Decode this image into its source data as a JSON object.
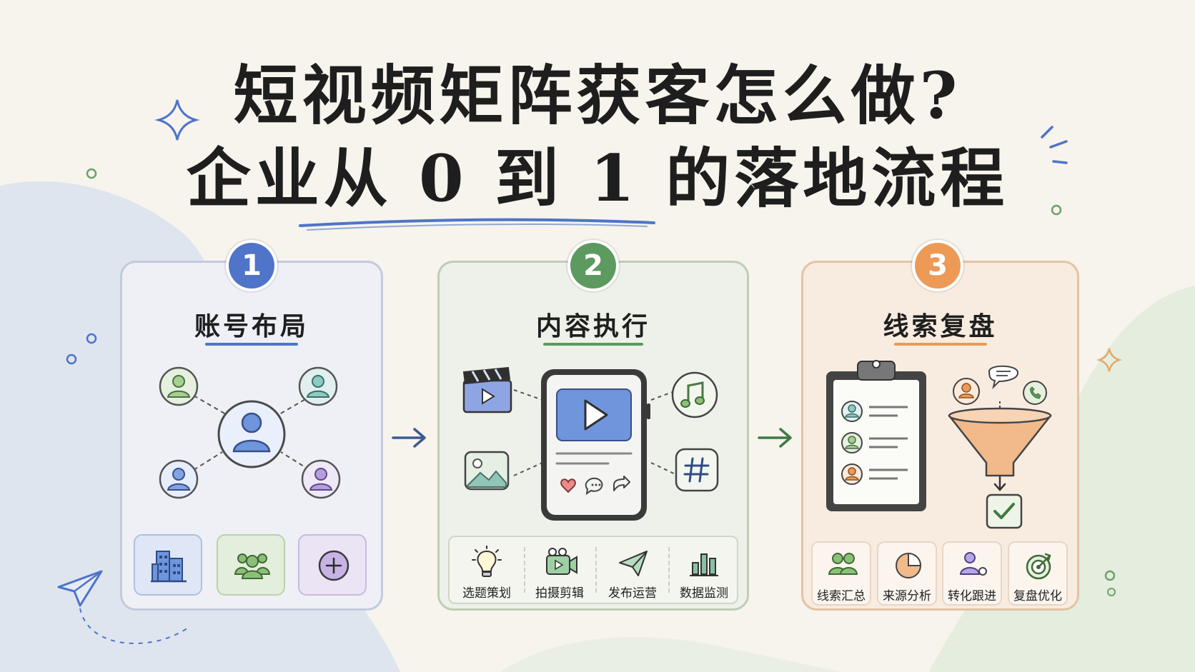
{
  "title": {
    "line1": "短视频矩阵获客怎么做?",
    "line2": "企业从 0 到 1 的落地流程"
  },
  "colors": {
    "blue": "#4f74c8",
    "green": "#5c9a5f",
    "orange": "#ec9a56"
  },
  "steps": [
    {
      "number": "1",
      "title": "账号布局",
      "icons": [
        "user-network-icon",
        "building-icon",
        "team-icon",
        "add-icon"
      ]
    },
    {
      "number": "2",
      "title": "内容执行",
      "icons": [
        "clapperboard-icon",
        "image-icon",
        "phone-video-icon",
        "music-icon",
        "hashtag-icon"
      ],
      "tools": [
        {
          "label": "选题策划",
          "icon": "lightbulb-icon"
        },
        {
          "label": "拍摄剪辑",
          "icon": "video-camera-icon"
        },
        {
          "label": "发布运营",
          "icon": "paper-plane-icon"
        },
        {
          "label": "数据监测",
          "icon": "bar-chart-icon"
        }
      ]
    },
    {
      "number": "3",
      "title": "线索复盘",
      "icons": [
        "clipboard-icon",
        "funnel-icon",
        "check-icon"
      ],
      "tools": [
        {
          "label": "线索汇总",
          "icon": "users-icon"
        },
        {
          "label": "来源分析",
          "icon": "pie-chart-icon"
        },
        {
          "label": "转化跟进",
          "icon": "user-follow-icon"
        },
        {
          "label": "复盘优化",
          "icon": "target-icon"
        }
      ]
    }
  ]
}
